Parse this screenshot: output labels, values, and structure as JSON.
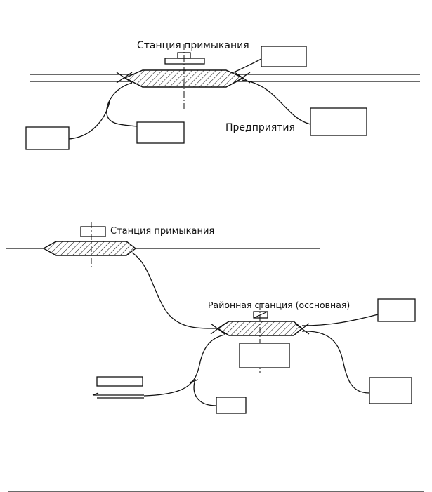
{
  "diagram_top": {
    "label_station": "Станция примыкания",
    "label_enterprises": "Предприятия"
  },
  "diagram_bottom": {
    "label_station": "Станция примыкания",
    "label_district": "Районная станция (осcновная)"
  },
  "colors": {
    "ink": "#111111",
    "background": "#ffffff"
  }
}
